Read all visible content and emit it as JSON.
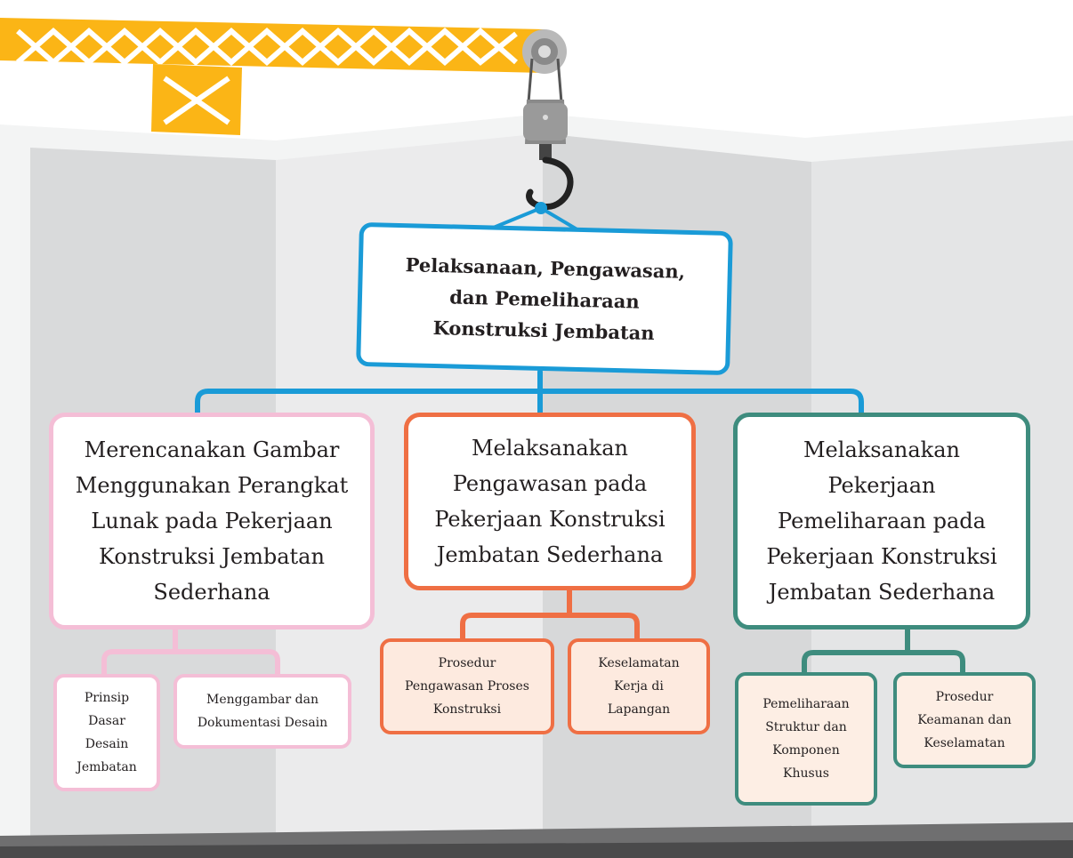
{
  "diagram": {
    "root": {
      "lines": [
        "Pelaksanaan, Pengawasan,",
        "dan Pemeliharaan",
        "Konstruksi Jembatan"
      ],
      "color": "#1a9bd7"
    },
    "branches": [
      {
        "lines": [
          "Merencanakan Gambar",
          "Menggunakan Perangkat",
          "Lunak pada Pekerjaan",
          "Konstruksi Jembatan",
          "Sederhana"
        ],
        "color": "#f4bed6",
        "children": [
          {
            "lines": [
              "Prinsip",
              "Dasar",
              "Desain",
              "Jembatan"
            ]
          },
          {
            "lines": [
              "Menggambar dan",
              "Dokumentasi Desain"
            ]
          }
        ]
      },
      {
        "lines": [
          "Melaksanakan",
          "Pengawasan pada",
          "Pekerjaan Konstruksi",
          "Jembatan Sederhana"
        ],
        "color": "#ef6f44",
        "children": [
          {
            "lines": [
              "Prosedur",
              "Pengawasan Proses",
              "Konstruksi"
            ]
          },
          {
            "lines": [
              "Keselamatan",
              "Kerja di",
              "Lapangan"
            ]
          }
        ]
      },
      {
        "lines": [
          "Melaksanakan",
          "Pekerjaan",
          "Pemeliharaan pada",
          "Pekerjaan Konstruksi",
          "Jembatan Sederhana"
        ],
        "color": "#3e8c7e",
        "children": [
          {
            "lines": [
              "Pemeliharaan",
              "Struktur dan",
              "Komponen",
              "Khusus"
            ]
          },
          {
            "lines": [
              "Prosedur",
              "Keamanan dan",
              "Keselamatan"
            ]
          }
        ]
      }
    ]
  },
  "illustration": {
    "crane_color": "#fbb516",
    "hook_color": "#8a8a8a",
    "paper_colors": [
      "#d9dbdc",
      "#e3e4e5",
      "#f2f3f3"
    ]
  }
}
